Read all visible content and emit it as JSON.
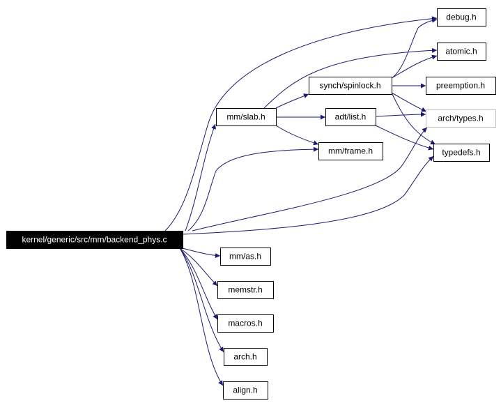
{
  "diagram": {
    "edge_color": "#191970",
    "root_fill": "#000000",
    "external_node_border": "#bfbfbf",
    "nodes": [
      {
        "id": "backend_phys",
        "label": "kernel/generic/src/mm/backend_phys.c",
        "style": "root"
      },
      {
        "id": "debug",
        "label": "debug.h",
        "style": "normal"
      },
      {
        "id": "atomic",
        "label": "atomic.h",
        "style": "normal"
      },
      {
        "id": "spinlock",
        "label": "synch/spinlock.h",
        "style": "normal"
      },
      {
        "id": "preemption",
        "label": "preemption.h",
        "style": "normal"
      },
      {
        "id": "slab",
        "label": "mm/slab.h",
        "style": "normal"
      },
      {
        "id": "list",
        "label": "adt/list.h",
        "style": "normal"
      },
      {
        "id": "types",
        "label": "arch/types.h",
        "style": "gray"
      },
      {
        "id": "typedefs",
        "label": "typedefs.h",
        "style": "normal"
      },
      {
        "id": "frame",
        "label": "mm/frame.h",
        "style": "normal"
      },
      {
        "id": "as",
        "label": "mm/as.h",
        "style": "normal"
      },
      {
        "id": "memstr",
        "label": "memstr.h",
        "style": "normal"
      },
      {
        "id": "macros",
        "label": "macros.h",
        "style": "normal"
      },
      {
        "id": "arch",
        "label": "arch.h",
        "style": "normal"
      },
      {
        "id": "align",
        "label": "align.h",
        "style": "normal"
      }
    ],
    "edges": [
      {
        "from": "backend_phys",
        "to": "debug"
      },
      {
        "from": "backend_phys",
        "to": "slab"
      },
      {
        "from": "backend_phys",
        "to": "frame"
      },
      {
        "from": "backend_phys",
        "to": "types"
      },
      {
        "from": "backend_phys",
        "to": "typedefs"
      },
      {
        "from": "backend_phys",
        "to": "as"
      },
      {
        "from": "backend_phys",
        "to": "memstr"
      },
      {
        "from": "backend_phys",
        "to": "macros"
      },
      {
        "from": "backend_phys",
        "to": "arch"
      },
      {
        "from": "backend_phys",
        "to": "align"
      },
      {
        "from": "slab",
        "to": "atomic"
      },
      {
        "from": "slab",
        "to": "spinlock"
      },
      {
        "from": "slab",
        "to": "list"
      },
      {
        "from": "slab",
        "to": "frame"
      },
      {
        "from": "spinlock",
        "to": "debug"
      },
      {
        "from": "spinlock",
        "to": "atomic"
      },
      {
        "from": "spinlock",
        "to": "preemption"
      },
      {
        "from": "spinlock",
        "to": "types"
      },
      {
        "from": "spinlock",
        "to": "typedefs"
      },
      {
        "from": "list",
        "to": "types"
      },
      {
        "from": "list",
        "to": "typedefs"
      }
    ]
  }
}
